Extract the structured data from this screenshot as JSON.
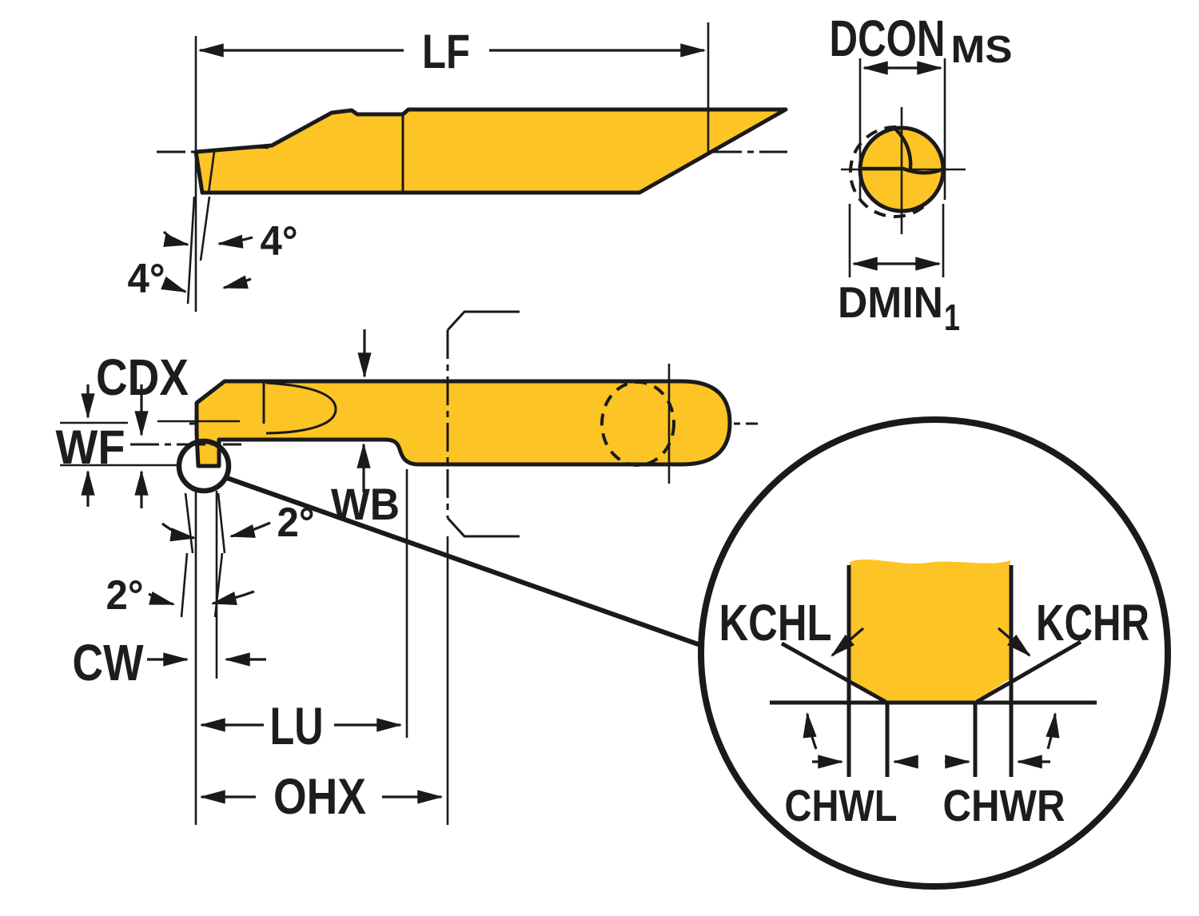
{
  "labels": {
    "side_view": {
      "lf": "LF",
      "relief_angle_side": "4°",
      "relief_angle_front": "4°"
    },
    "section_view": {
      "dcon_base": "DCON",
      "dcon_sub": "MS",
      "dmin_base": "DMIN",
      "dmin_sub": "1"
    },
    "profile_view": {
      "cdx": "CDX",
      "wf": "WF",
      "wb": "WB",
      "taper_angle_upper": "2°",
      "taper_angle_lower": "2°",
      "cw": "CW",
      "lu": "LU",
      "ohx": "OHX"
    },
    "detail_view": {
      "kchl": "KCHL",
      "kchr": "KCHR",
      "chwl": "CHWL",
      "chwr": "CHWR"
    }
  },
  "colors": {
    "tool_fill": "#FDC426",
    "line": "#1A1A1A",
    "text": "#1D1D1B"
  }
}
